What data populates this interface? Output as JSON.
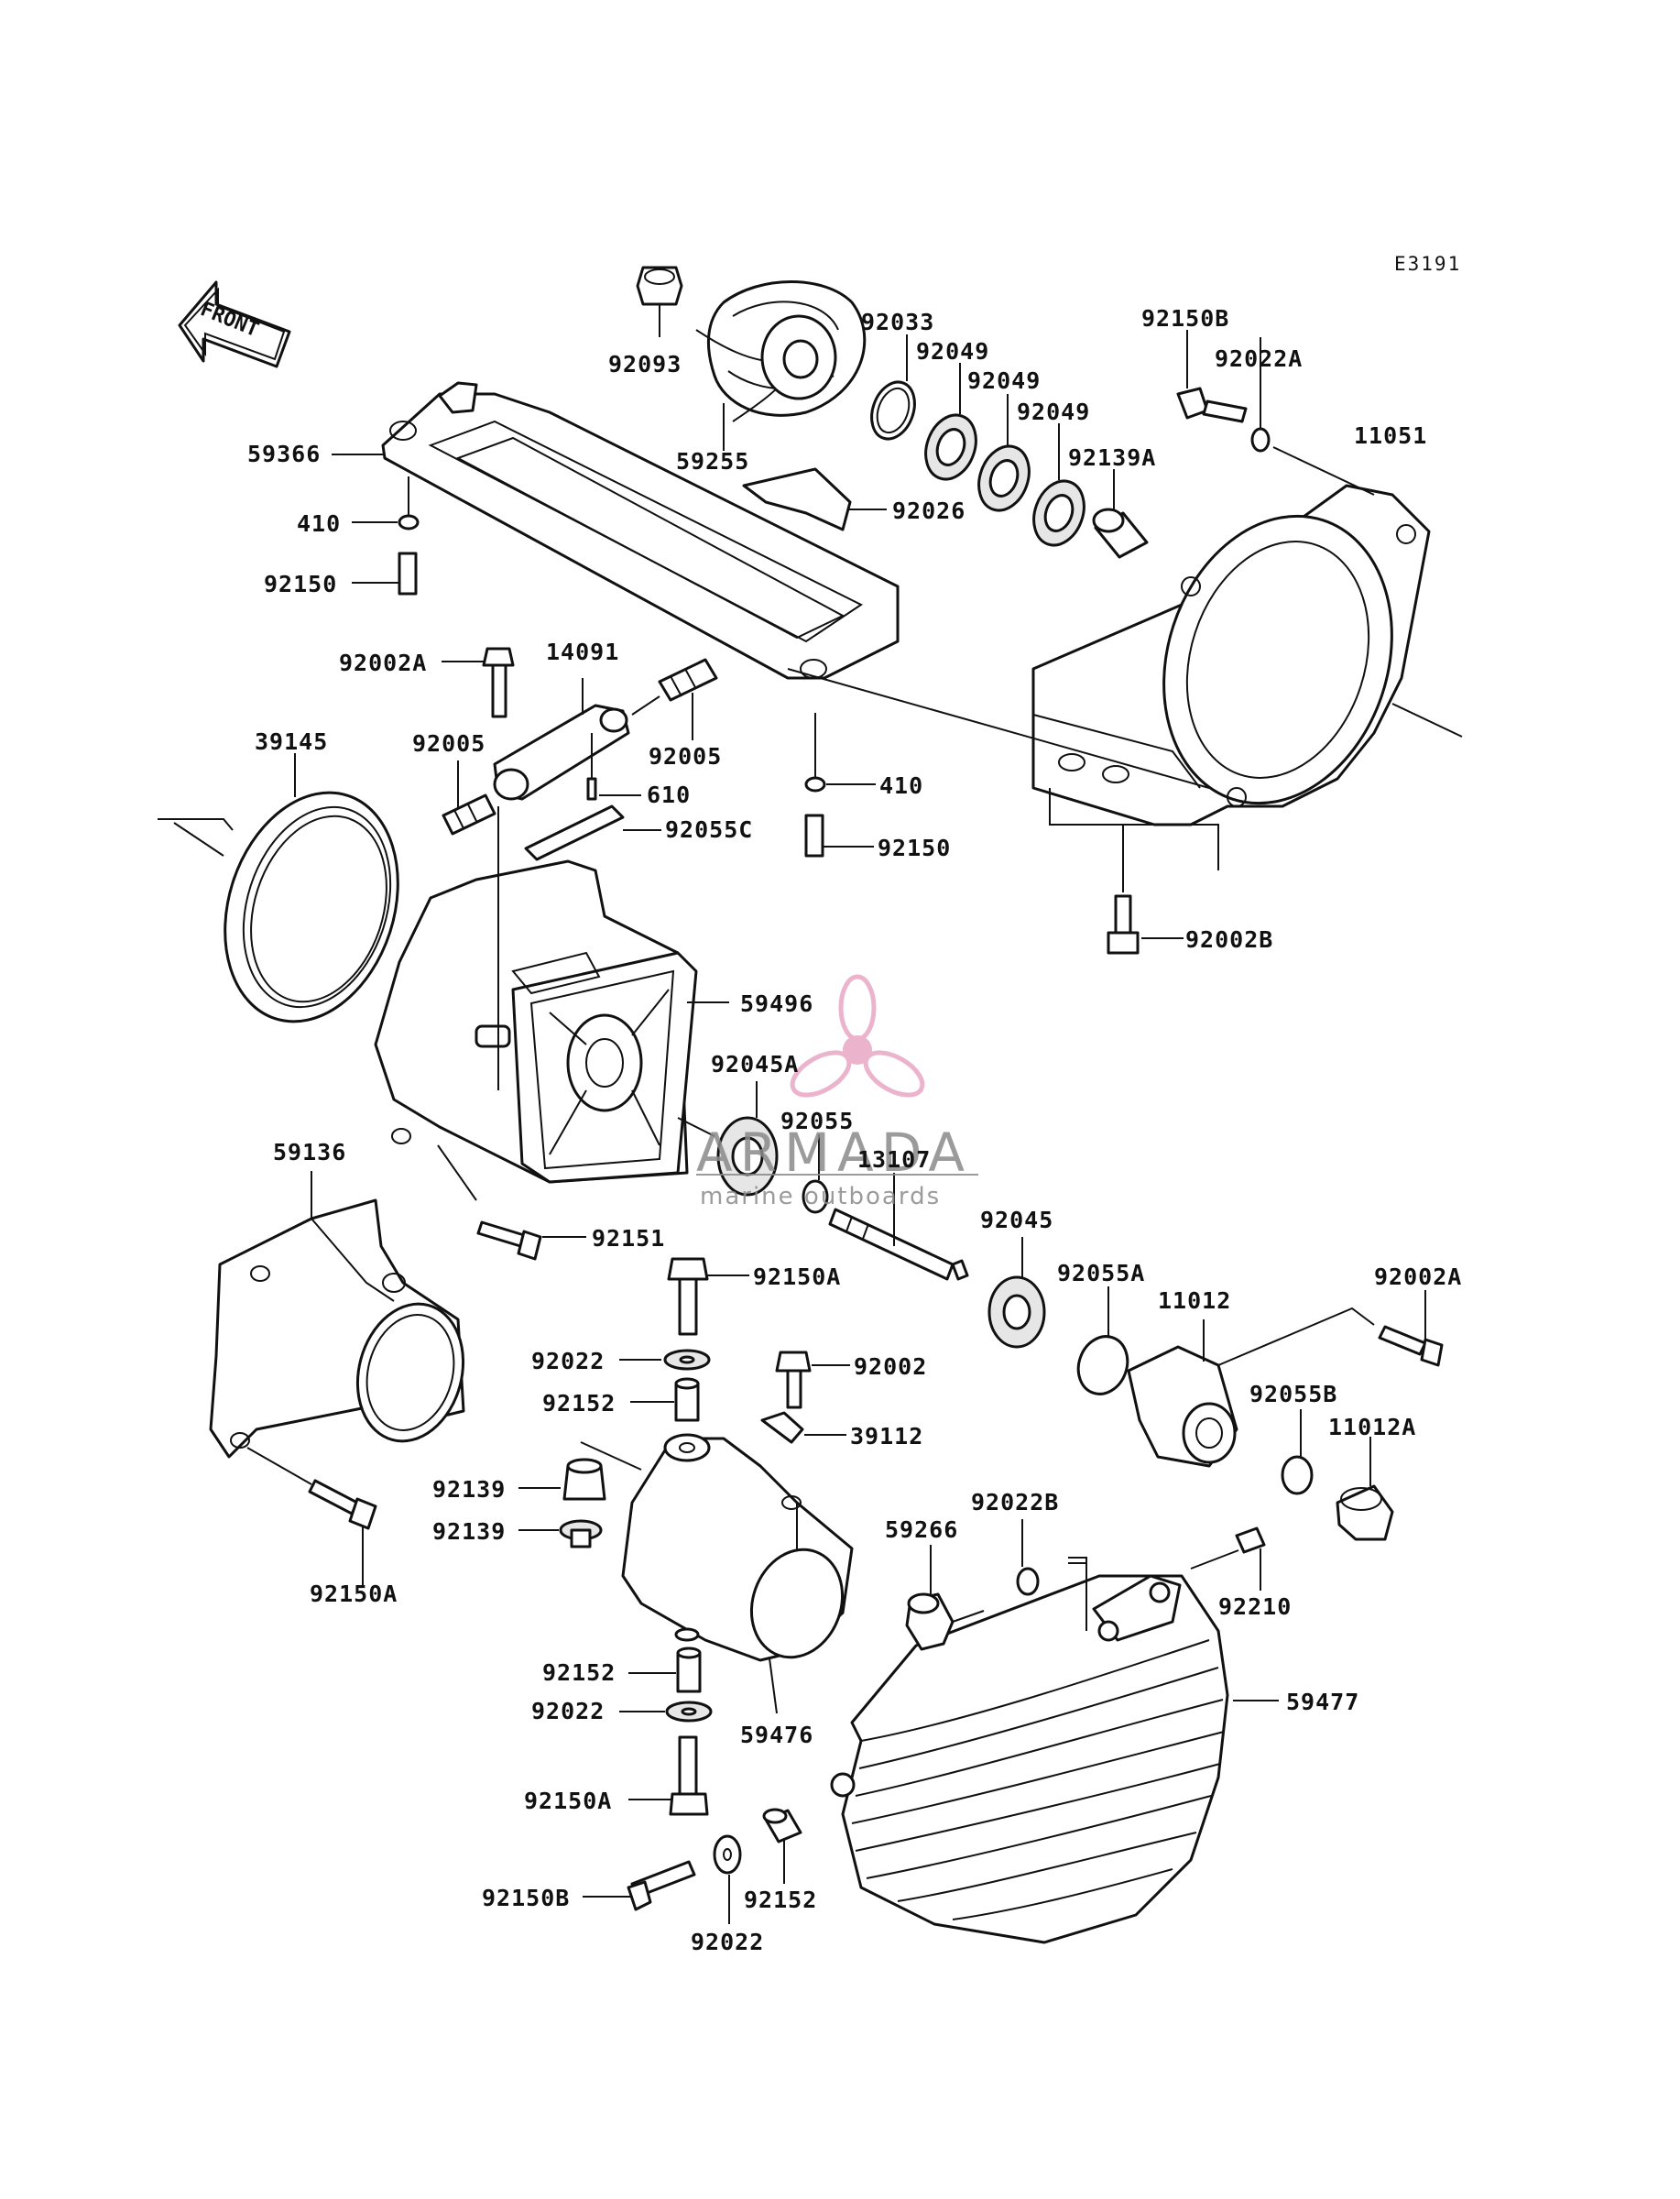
{
  "diagram_code": "E3191",
  "front_arrow": {
    "text": "FRONT"
  },
  "watermark": {
    "brand": "ARMADA",
    "tagline": "marine outboards",
    "icon": "propeller-icon",
    "color": "#e8a6c4"
  },
  "parts": {
    "p92093": "92093",
    "p92033": "92033",
    "p92049a": "92049",
    "p92049b": "92049",
    "p92049c": "92049",
    "p92139A": "92139A",
    "p59255": "59255",
    "p92026": "92026",
    "p92150B_top": "92150B",
    "p92022A": "92022A",
    "p11051": "11051",
    "p59366": "59366",
    "p410a": "410",
    "p92150a": "92150",
    "p92002A_a": "92002A",
    "p14091": "14091",
    "p39145": "39145",
    "p92005a": "92005",
    "p92005b": "92005",
    "p610": "610",
    "p92055C": "92055C",
    "p410b": "410",
    "p92150b": "92150",
    "p92002B": "92002B",
    "p59496": "59496",
    "p92045A": "92045A",
    "p92055": "92055",
    "p13107": "13107",
    "p59136": "59136",
    "p92151": "92151",
    "p92045": "92045",
    "p92055A": "92055A",
    "p11012": "11012",
    "p92002A_b": "92002A",
    "p92150A_a": "92150A",
    "p92022a": "92022",
    "p92002": "92002",
    "p92152a": "92152",
    "p39112": "39112",
    "p92055B": "92055B",
    "p11012A": "11012A",
    "p92139a": "92139",
    "p92139b": "92139",
    "p92150A_b": "92150A",
    "p59266": "59266",
    "p92022B": "92022B",
    "p92210": "92210",
    "p92152b": "92152",
    "p59476": "59476",
    "p59477": "59477",
    "p92022b": "92022",
    "p92150A_c": "92150A",
    "p92150B_bot": "92150B",
    "p92152c": "92152",
    "p92022c": "92022"
  }
}
